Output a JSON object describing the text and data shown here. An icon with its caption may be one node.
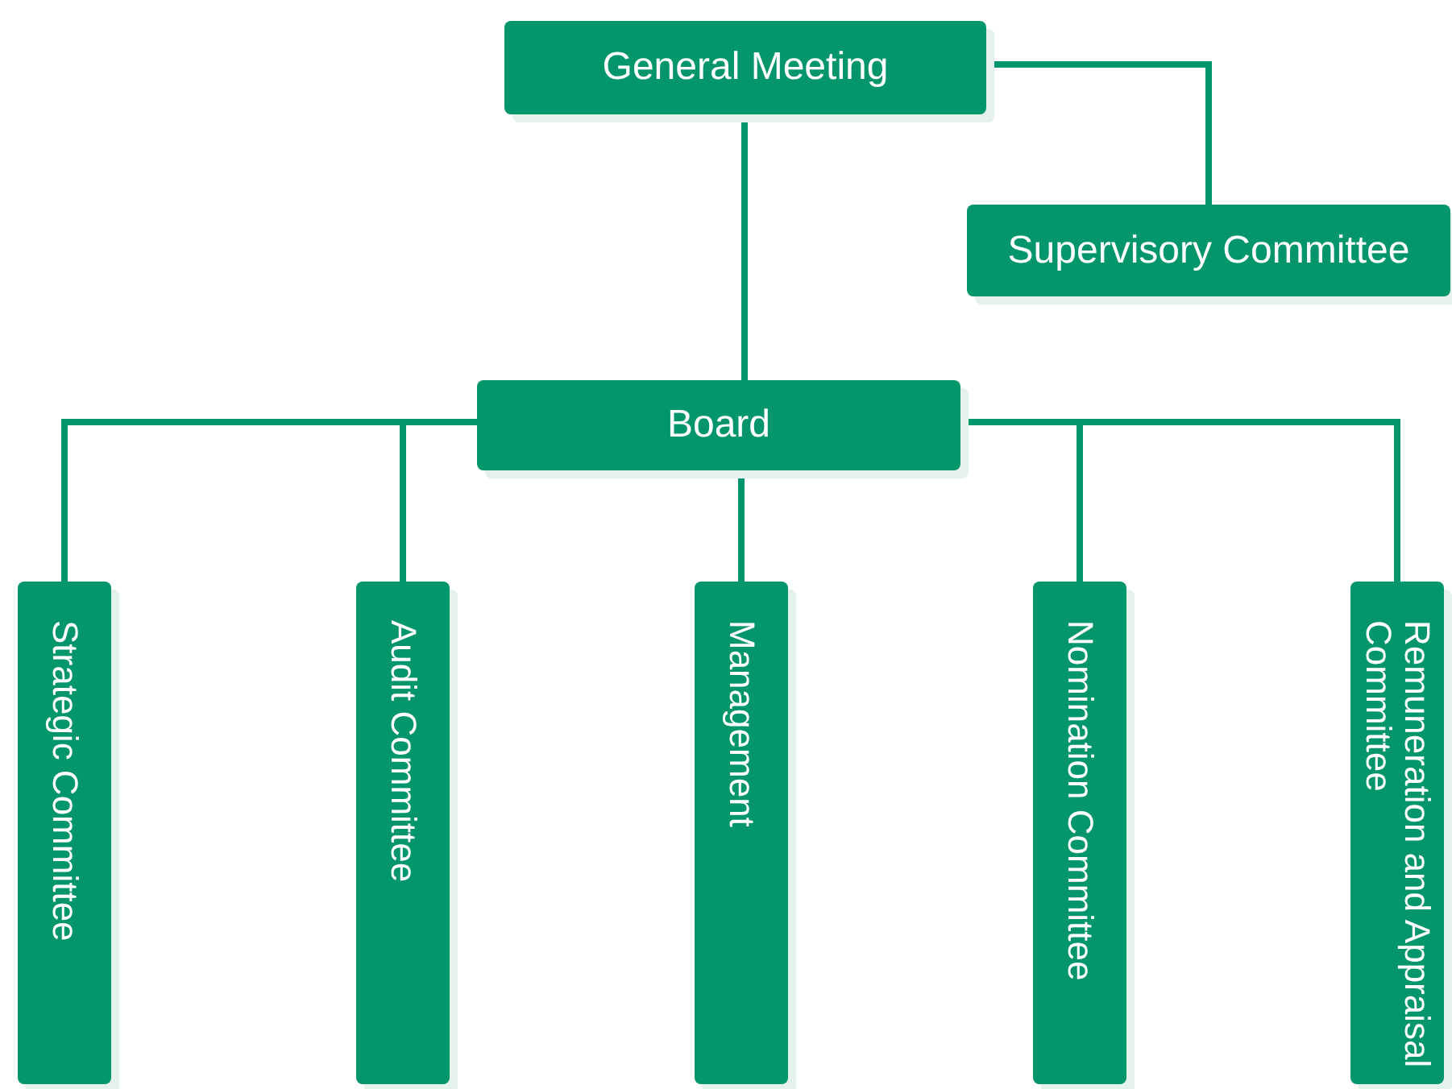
{
  "diagram": {
    "nodes": [
      {
        "text": [
          "General Meeting"
        ]
      },
      {
        "text": [
          "Supervisory Committee"
        ]
      },
      {
        "text": [
          "Board"
        ]
      },
      {
        "text": [
          "Strategic Committee"
        ]
      },
      {
        "text": [
          "Audit Committee"
        ]
      },
      {
        "text": [
          "Management"
        ]
      },
      {
        "text": [
          "Nomination Committee"
        ]
      },
      {
        "text": [
          "Remuneration and Appraisal Committee"
        ]
      }
    ],
    "edges": [
      {
        "from": 0,
        "to": 1,
        "arrow": "none"
      },
      {
        "from": 0,
        "to": 2,
        "arrow": "none"
      },
      {
        "from": 2,
        "to": 3,
        "arrow": "none"
      },
      {
        "from": 2,
        "to": 4,
        "arrow": "none"
      },
      {
        "from": 2,
        "to": 5,
        "arrow": "none"
      },
      {
        "from": 2,
        "to": 6,
        "arrow": "none"
      },
      {
        "from": 2,
        "to": 7,
        "arrow": "none"
      }
    ]
  }
}
